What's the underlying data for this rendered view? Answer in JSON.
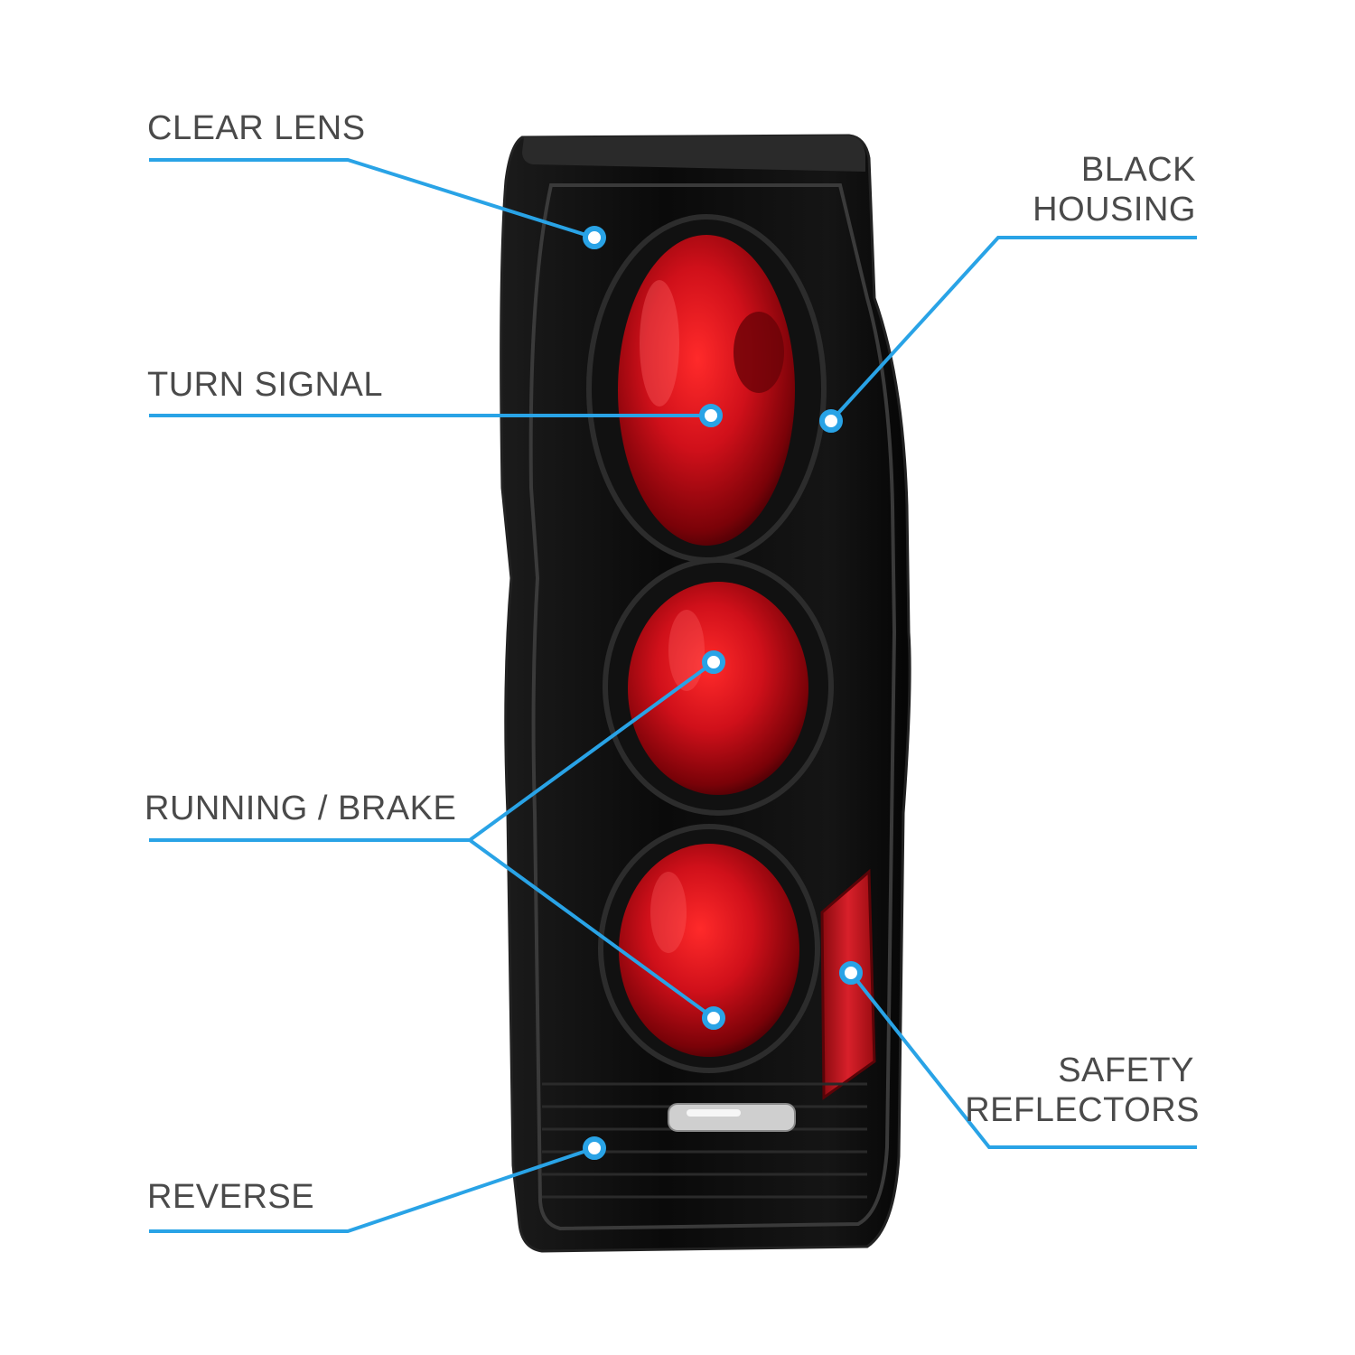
{
  "labels": {
    "clear_lens": "CLEAR LENS",
    "turn_signal": "TURN SIGNAL",
    "running_brake": "RUNNING / BRAKE",
    "reverse": "REVERSE",
    "black_housing_line1": "BLACK",
    "black_housing_line2": "HOUSING",
    "safety_reflectors_line1": "SAFETY",
    "safety_reflectors_line2": "REFLECTORS"
  },
  "colors": {
    "callout_line": "#29a3e6",
    "label_text": "#4a4a4a",
    "housing": "#0d0d0d",
    "lens_red": "#d0101a",
    "reflector_amber_red": "#c8141c"
  }
}
